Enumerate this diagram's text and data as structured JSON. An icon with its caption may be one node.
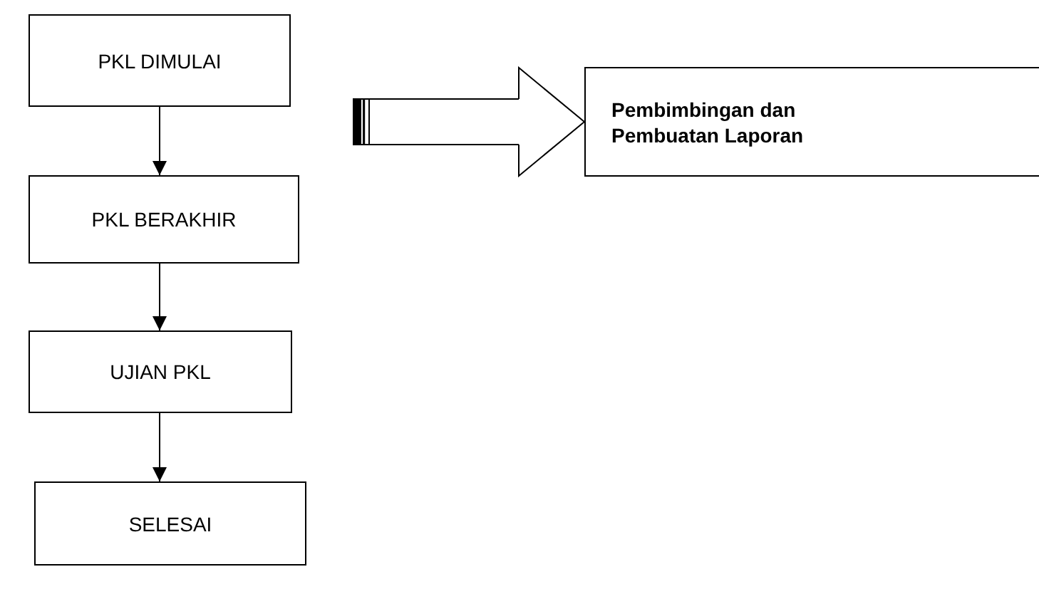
{
  "diagram": {
    "nodes": [
      {
        "text": [
          "PKL DIMULAI"
        ]
      },
      {
        "text": [
          "PKL BERAKHIR"
        ]
      },
      {
        "text": [
          "UJIAN PKL"
        ]
      },
      {
        "text": [
          "SELESAI"
        ]
      },
      {
        "text": [
          "Pembimbingan dan Pembuatan Laporan"
        ]
      }
    ],
    "edges": [
      {
        "from": 0,
        "to": 1,
        "arrow": "to"
      },
      {
        "from": 1,
        "to": 2,
        "arrow": "to"
      },
      {
        "from": 2,
        "to": 3,
        "arrow": "to"
      },
      {
        "from": null,
        "to": 4,
        "arrow": "to"
      }
    ]
  }
}
